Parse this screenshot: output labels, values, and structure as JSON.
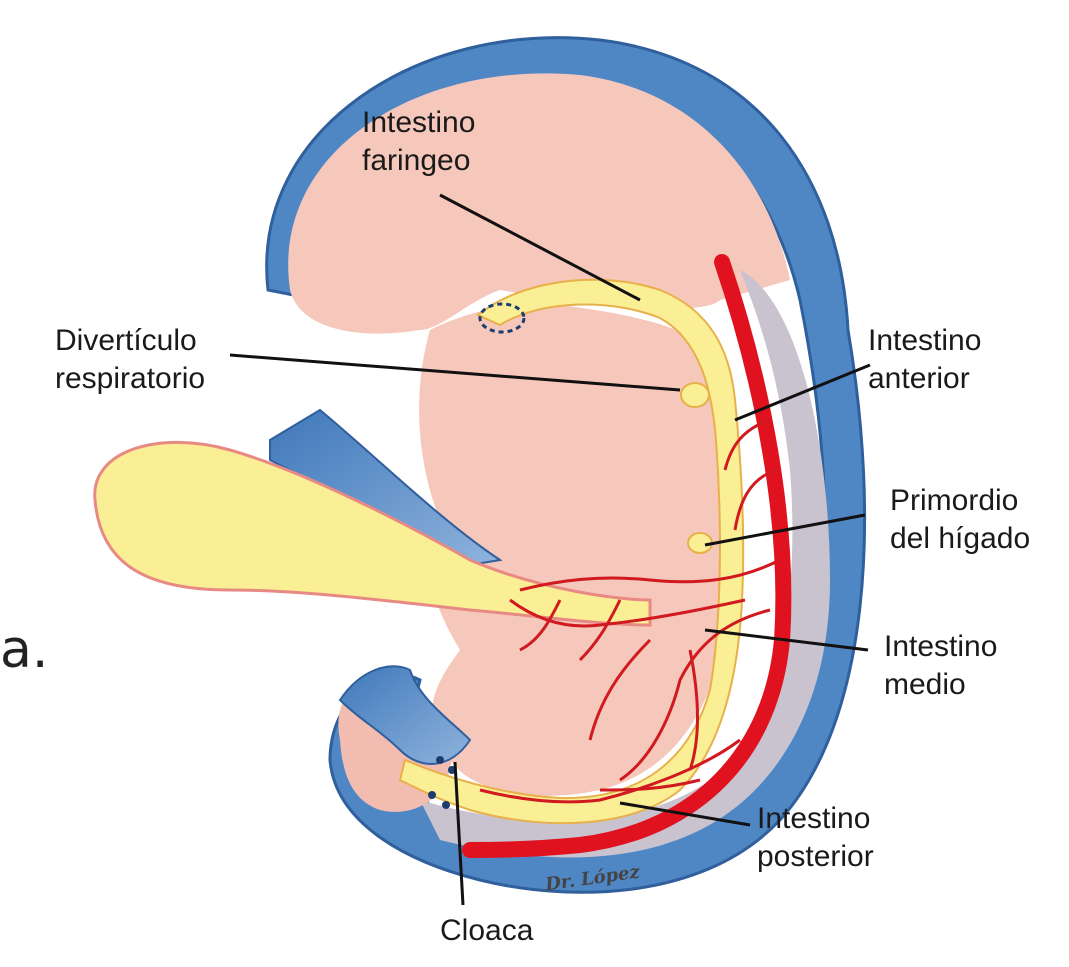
{
  "labels": {
    "faringeo": {
      "line1": "Intestino",
      "line2": "faringeo"
    },
    "respiratorio": {
      "line1": "Divertículo",
      "line2": "respiratorio"
    },
    "anterior": {
      "line1": "Intestino",
      "line2": "anterior"
    },
    "higado": {
      "line1": "Primordio",
      "line2": "del hígado"
    },
    "medio": {
      "line1": "Intestino",
      "line2": "medio"
    },
    "posterior": {
      "line1": "Intestino",
      "line2": "posterior"
    },
    "cloaca": {
      "line1": "Cloaca"
    }
  },
  "edge_fragment": "a.",
  "signature": "Dr. López",
  "colors": {
    "ectoderm_blue": "#4f87c4",
    "ectoderm_light": "#a9c6e6",
    "body_pink": "#f6c7bb",
    "gut_yellow": "#fbef96",
    "aorta_red": "#e1121f",
    "mesoderm_grey": "#c8c3cf",
    "leader_line": "#111111"
  }
}
